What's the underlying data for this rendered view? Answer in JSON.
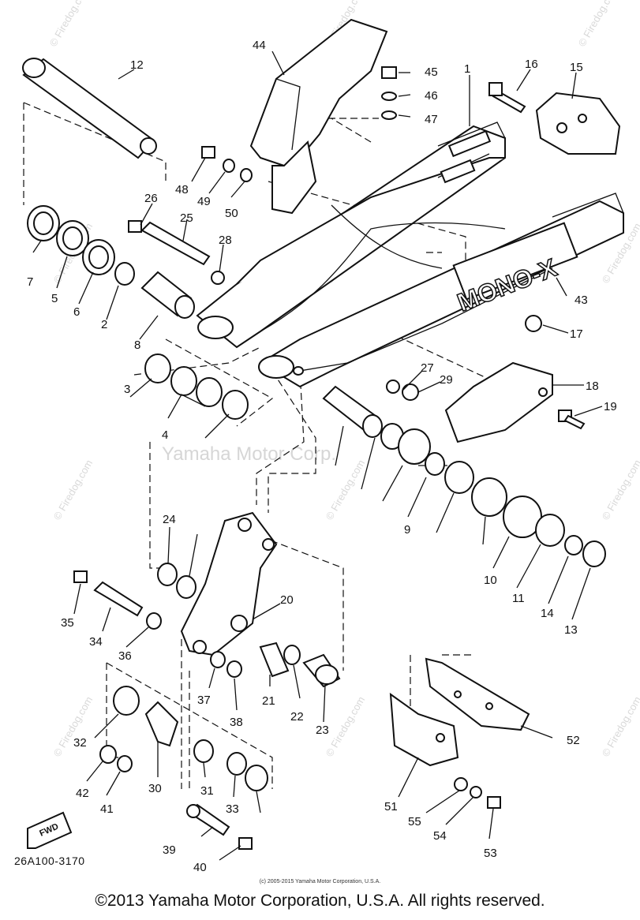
{
  "diagram": {
    "part_labels": [
      "1",
      "2",
      "3",
      "4",
      "5",
      "6",
      "7",
      "8",
      "9",
      "10",
      "11",
      "12",
      "13",
      "14",
      "15",
      "16",
      "17",
      "18",
      "19",
      "20",
      "21",
      "22",
      "23",
      "24",
      "25",
      "26",
      "27",
      "28",
      "29",
      "30",
      "31",
      "32",
      "33",
      "34",
      "35",
      "36",
      "37",
      "38",
      "39",
      "40",
      "41",
      "42",
      "43",
      "44",
      "45",
      "46",
      "47",
      "48",
      "49",
      "50",
      "51",
      "52",
      "53",
      "54",
      "55"
    ],
    "watermark": "© Firedog.com",
    "center_watermark": "Yamaha Motor Corp.",
    "brand_on_swingarm": "MONO-X",
    "fwd_label": "FWD",
    "diagram_code": "26A100-3170",
    "small_copyright": "(c) 2005-2015 Yamaha Motor Corporation, U.S.A.",
    "copyright": "©2013 Yamaha Motor Corporation, U.S.A. All rights reserved."
  }
}
